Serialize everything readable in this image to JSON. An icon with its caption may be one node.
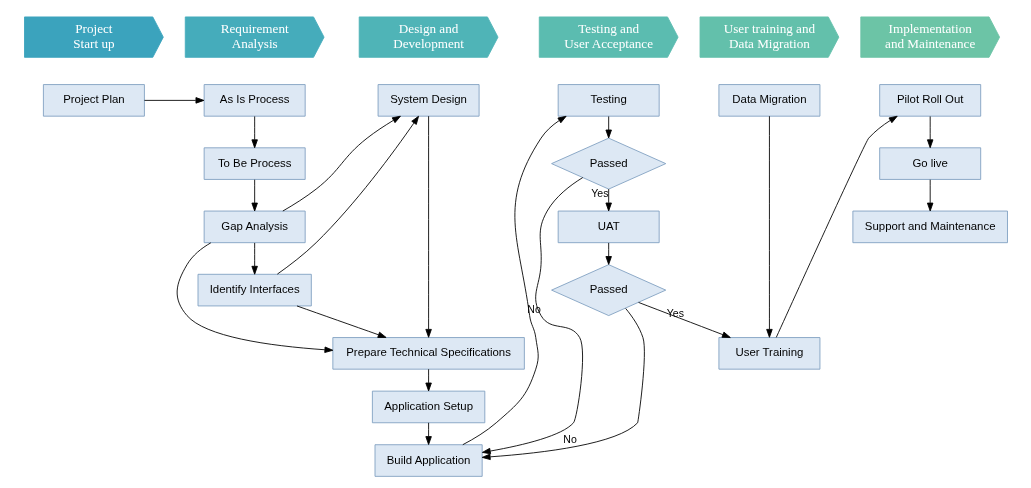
{
  "diagram": {
    "nodes": [
      {
        "text": [
          "Project Start up"
        ]
      },
      {
        "text": [
          "Requirement Analysis"
        ]
      },
      {
        "text": [
          "Design and Development"
        ]
      },
      {
        "text": [
          "Testing and User Acceptance"
        ]
      },
      {
        "text": [
          "User training and Data Migration"
        ]
      },
      {
        "text": [
          "Implementation and Maintenance"
        ]
      },
      {
        "text": [
          "Project Plan"
        ]
      },
      {
        "text": [
          "As Is Process"
        ]
      },
      {
        "text": [
          "To Be Process"
        ]
      },
      {
        "text": [
          "Gap Analysis"
        ]
      },
      {
        "text": [
          "Identify Interfaces"
        ]
      },
      {
        "text": [
          "System Design"
        ]
      },
      {
        "text": [
          "Prepare Technical Specifications"
        ]
      },
      {
        "text": [
          "Application Setup"
        ]
      },
      {
        "text": [
          "Build Application"
        ]
      },
      {
        "text": [
          "Testing"
        ]
      },
      {
        "text": [
          "Passed"
        ]
      },
      {
        "text": [
          "UAT"
        ]
      },
      {
        "text": [
          "Passed"
        ]
      },
      {
        "text": [
          "Data Migration"
        ]
      },
      {
        "text": [
          "User Training"
        ]
      },
      {
        "text": [
          "Pilot Roll Out"
        ]
      },
      {
        "text": [
          "Go live"
        ]
      },
      {
        "text": [
          "Support and Maintenance"
        ]
      }
    ],
    "edges": [
      {
        "from": 6,
        "to": 7,
        "arrow": "to"
      },
      {
        "from": 7,
        "to": 8,
        "arrow": "to"
      },
      {
        "from": 8,
        "to": 9,
        "arrow": "to"
      },
      {
        "from": 9,
        "to": 10,
        "arrow": "to"
      },
      {
        "from": 9,
        "to": 11,
        "arrow": "to"
      },
      {
        "from": 9,
        "to": 12,
        "arrow": "to"
      },
      {
        "from": 10,
        "to": 11,
        "arrow": "to"
      },
      {
        "from": 10,
        "to": 12,
        "arrow": "to"
      },
      {
        "from": 11,
        "to": 12,
        "arrow": "to"
      },
      {
        "from": 12,
        "to": 13,
        "arrow": "to"
      },
      {
        "from": 13,
        "to": 14,
        "arrow": "to"
      },
      {
        "from": 14,
        "to": 15,
        "arrow": "to"
      },
      {
        "from": 15,
        "to": 16,
        "arrow": "to"
      },
      {
        "from": 16,
        "to": 17,
        "label": "Yes",
        "arrow": "to"
      },
      {
        "from": 16,
        "to": 14,
        "label": "No",
        "arrow": "to"
      },
      {
        "from": 17,
        "to": 18,
        "arrow": "to"
      },
      {
        "from": 18,
        "to": 20,
        "label": "Yes",
        "arrow": "to"
      },
      {
        "from": 18,
        "to": 14,
        "label": "No",
        "arrow": "to"
      },
      {
        "from": 19,
        "to": 20,
        "arrow": "to"
      },
      {
        "from": 20,
        "to": 21,
        "arrow": "to"
      },
      {
        "from": 21,
        "to": 22,
        "arrow": "to"
      },
      {
        "from": 22,
        "to": 23,
        "arrow": "to"
      }
    ]
  }
}
